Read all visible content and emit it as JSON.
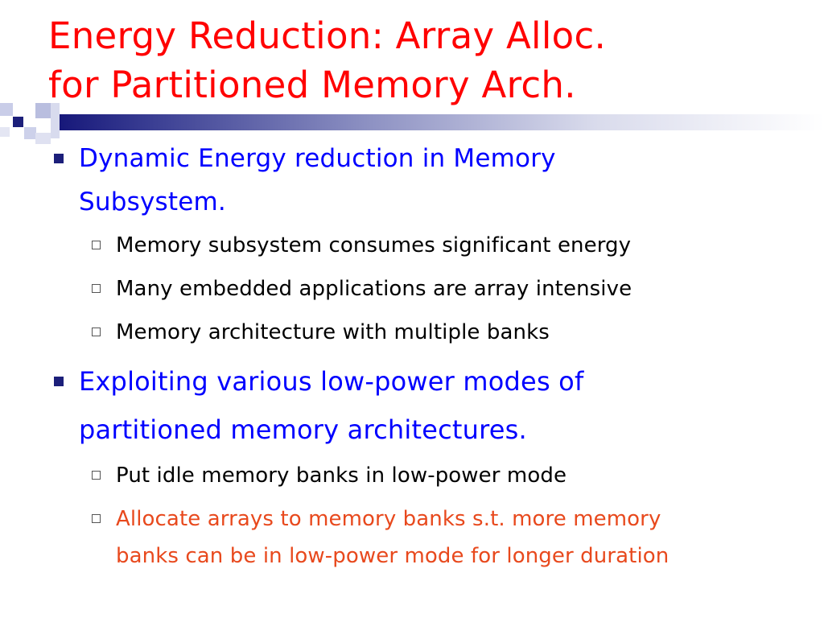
{
  "slide": {
    "title_lines": [
      "Energy Reduction: Array Alloc.",
      "for Partitioned Memory Arch."
    ],
    "bullets": [
      {
        "lines": [
          "Dynamic Energy reduction in Memory",
          "Subsystem."
        ],
        "sub": [
          {
            "lines": [
              "Memory subsystem consumes significant energy"
            ]
          },
          {
            "lines": [
              "Many embedded applications are array intensive"
            ]
          },
          {
            "lines": [
              "Memory architecture with multiple banks"
            ]
          }
        ]
      },
      {
        "lines": [
          "Exploiting various low-power modes of",
          "partitioned memory architectures."
        ],
        "sub": [
          {
            "lines": [
              "Put idle memory banks  in low-power mode"
            ]
          },
          {
            "lines": [
              "Allocate arrays to memory banks s.t. more memory",
              "banks can be in low-power mode for longer duration"
            ]
          }
        ]
      }
    ]
  },
  "colors": {
    "title": "#ff0000",
    "level1_text": "#0000ff",
    "level2_text": "#000000",
    "highlight_text": "#e8491d",
    "accent_navy": "#1c1f7a"
  },
  "icons": {
    "level1_bullet": "filled-square-bullet-icon",
    "level2_bullet": "hollow-square-bullet-icon"
  }
}
